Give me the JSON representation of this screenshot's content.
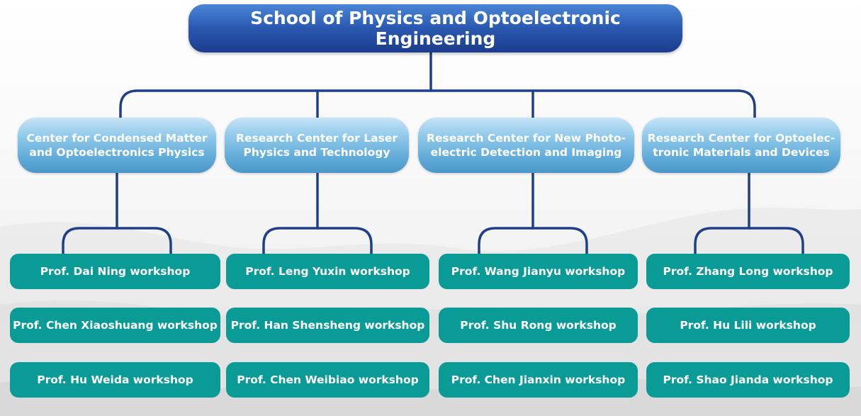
{
  "root": {
    "title": "School of Physics and Optoelectronic Engineering"
  },
  "colors": {
    "root_fill": "#2a58b0",
    "center_fill": "#6fb6e0",
    "workshop_fill": "#0a9b96",
    "connector": "#1f3f86"
  },
  "centers": [
    {
      "line1": "Center for Condensed Matter",
      "line2": "and Optoelectronics Physics",
      "workshops": [
        "Prof. Dai Ning workshop",
        "Prof. Chen Xiaoshuang workshop",
        "Prof. Hu Weida workshop"
      ]
    },
    {
      "line1": "Research Center for Laser",
      "line2": "Physics and Technology",
      "workshops": [
        "Prof. Leng Yuxin workshop",
        "Prof. Han Shensheng workshop",
        "Prof. Chen Weibiao workshop"
      ]
    },
    {
      "line1": "Research Center for New Photo-",
      "line2": "electric Detection and Imaging",
      "workshops": [
        "Prof. Wang Jianyu workshop",
        "Prof. Shu Rong workshop",
        "Prof. Chen Jianxin workshop"
      ]
    },
    {
      "line1": "Research Center for Optoelec-",
      "line2": "tronic Materials and Devices",
      "workshops": [
        "Prof. Zhang Long workshop",
        "Prof. Hu Lili workshop",
        "Prof. Shao Jianda workshop"
      ]
    }
  ]
}
